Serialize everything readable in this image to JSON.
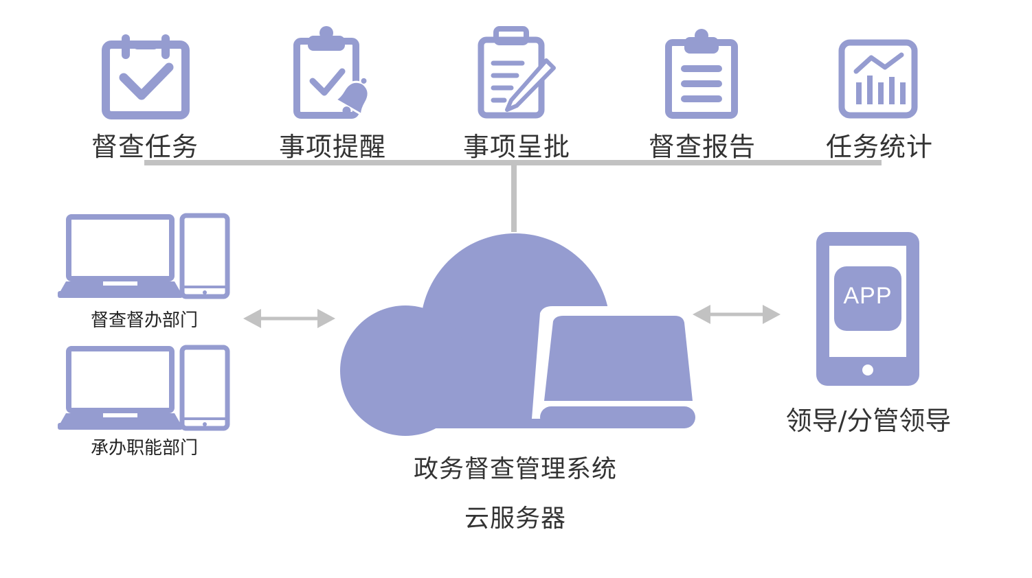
{
  "colors": {
    "accent": "#959cd0",
    "connector": "#c2c2c2",
    "text": "#333333"
  },
  "modules": [
    {
      "label": "督查任务",
      "icon": "calendar-check-icon"
    },
    {
      "label": "事项提醒",
      "icon": "clipboard-bell-icon"
    },
    {
      "label": "事项呈批",
      "icon": "clipboard-pen-icon"
    },
    {
      "label": "督查报告",
      "icon": "clipboard-list-icon"
    },
    {
      "label": "任务统计",
      "icon": "bar-chart-icon"
    }
  ],
  "clients": {
    "supervise_dept": "督查督办部门",
    "handling_dept": "承办职能部门",
    "leader": "领导/分管领导",
    "app_badge": "APP"
  },
  "server": {
    "system_name": "政务督查管理系统",
    "server_name": "云服务器"
  }
}
